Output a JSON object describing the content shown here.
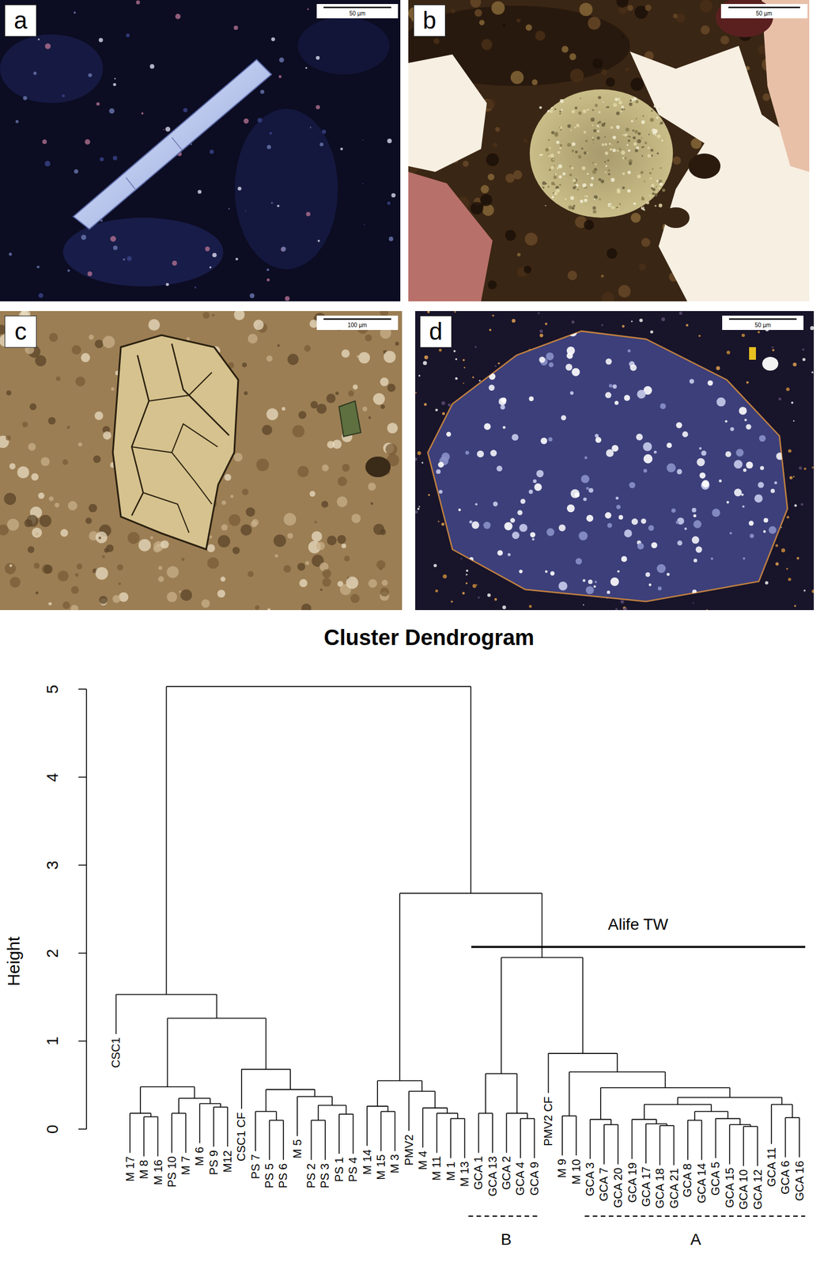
{
  "diagram": {
    "title": "Cluster Dendrogram",
    "nodes": [
      {
        "text": [
          "a"
        ]
      },
      {
        "text": [
          "b"
        ]
      },
      {
        "text": [
          "c"
        ]
      },
      {
        "text": [
          "d"
        ]
      }
    ],
    "labels": [
      "50 µm",
      "50 µm",
      "100 µm",
      "50 µm",
      "5",
      "4",
      "3",
      "2",
      "1",
      "0",
      "Height",
      "Alife TW",
      "CSC1",
      "M 17",
      "M 8",
      "M 16",
      "PS 10",
      "M 7",
      "M 6",
      "PS 9",
      "M12",
      "CSC1 CF",
      "PS 7",
      "PS 5",
      "PS 6",
      "M 5",
      "PS 2",
      "PS 3",
      "PS 1",
      "PS 4",
      "M 14",
      "M 15",
      "M 3",
      "PMV2",
      "M 4",
      "M 11",
      "M 1",
      "M 13",
      "GCA 1",
      "GCA 13",
      "GCA 2",
      "GCA 4",
      "GCA 9",
      "PMV2 CF",
      "M 9",
      "M 10",
      "GCA 3",
      "GCA 7",
      "GCA 20",
      "GCA 19",
      "GCA 17",
      "GCA 18",
      "GCA 21",
      "GCA 8",
      "GCA 14",
      "GCA 5",
      "GCA 15",
      "GCA 10",
      "GCA 12",
      "GCA 11",
      "GCA 6",
      "GCA 16",
      "B",
      "A"
    ]
  }
}
